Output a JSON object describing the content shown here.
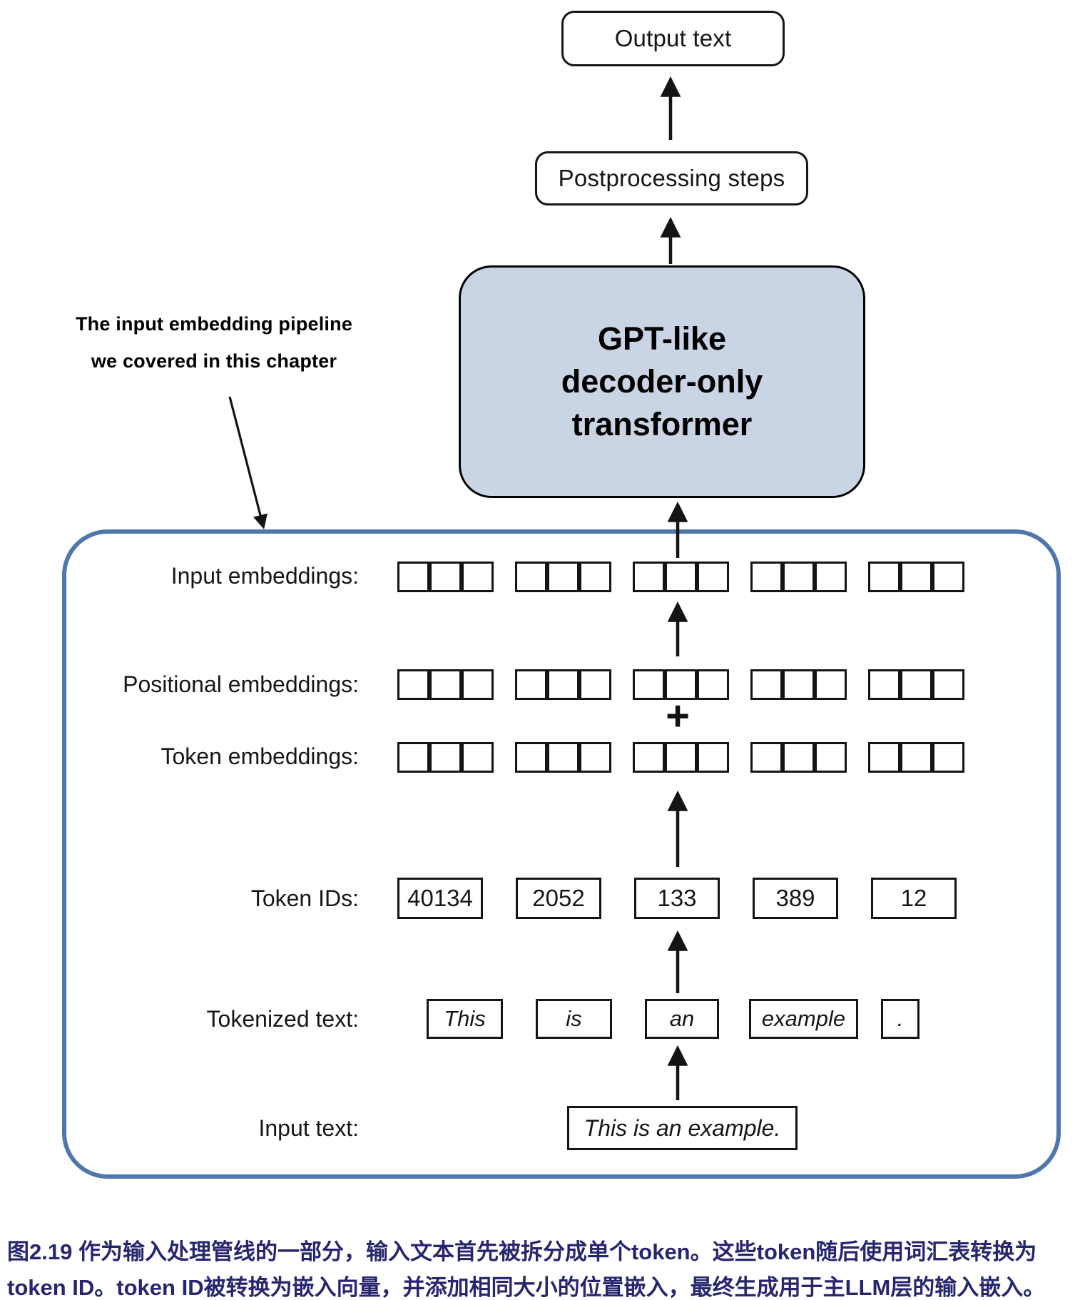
{
  "diagram": {
    "output_box_label": "Output text",
    "postprocessing_label": "Postprocessing steps",
    "gpt_box": {
      "line1": "GPT-like",
      "line2": "decoder-only",
      "line3": "transformer"
    },
    "annotation": {
      "line1": "The input embedding pipeline",
      "line2": "we covered in this chapter"
    },
    "labels": {
      "input_embeddings": "Input embeddings:",
      "positional_embeddings": "Positional embeddings:",
      "token_embeddings": "Token embeddings:",
      "token_ids": "Token IDs:",
      "tokenized_text": "Tokenized text:",
      "input_text": "Input text:"
    },
    "plus": "+",
    "embedding_rows": {
      "groups": 5,
      "cells_per_group": 3
    },
    "token_ids": [
      "40134",
      "2052",
      "133",
      "389",
      "12"
    ],
    "tokens": [
      "This",
      "is",
      "an",
      "example",
      "."
    ],
    "input_text": "This is an example."
  },
  "caption": {
    "line1": "图2.19 作为输入处理管线的一部分，输入文本首先被拆分成单个token。这些token随后使用词汇表转换为",
    "line2": "token ID。token ID被转换为嵌入向量，并添加相同大小的位置嵌入，最终生成用于主LLM层的输入嵌入。"
  },
  "colors": {
    "container_border": "#5077ac",
    "gpt_fill": "#c9d4e4",
    "caption_color": "#26266f"
  }
}
